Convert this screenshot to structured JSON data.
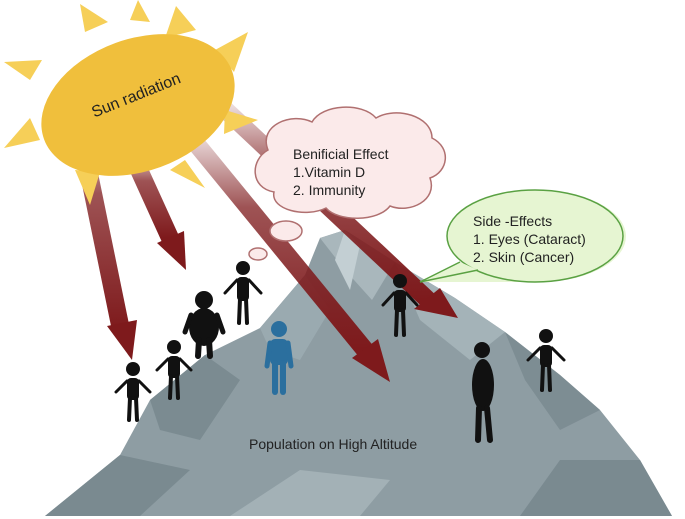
{
  "sun": {
    "label": "Sun radiation"
  },
  "beneficial": {
    "title": "Benificial Effect",
    "items": [
      "1.Vitamin D",
      "2. Immunity"
    ]
  },
  "side_effects": {
    "title": "Side -Effects",
    "items": [
      "1. Eyes (Cataract)",
      "2. Skin (Cancer)"
    ]
  },
  "mountain": {
    "label": "Population on High Altitude"
  },
  "colors": {
    "sun_body": "#f0bf3c",
    "sun_rays": "#f6cf58",
    "arrow": "#7e1a1c",
    "mountain": "#8e9da3",
    "cloud_fill": "#fbeaea",
    "speech_fill": "#e6f5d2",
    "speech_stroke": "#5aa143",
    "person": "#111111",
    "person_highlight": "#2b6f9e"
  }
}
